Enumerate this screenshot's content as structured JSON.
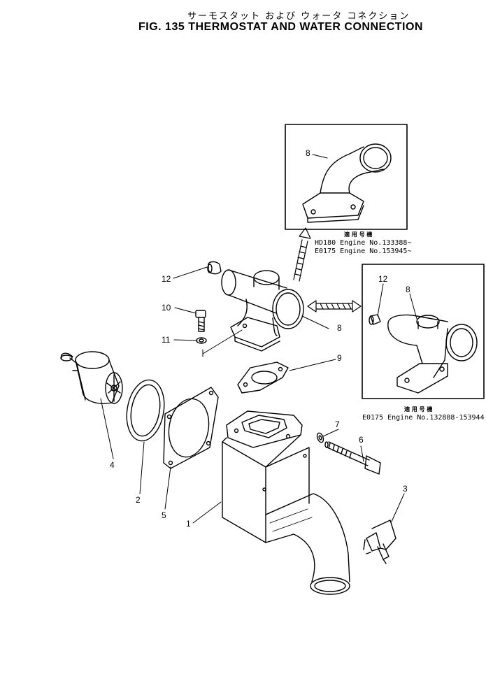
{
  "header": {
    "title_jp": "サーモスタット および ウォータ コネクション",
    "title_en": "FIG. 135  THERMOSTAT AND WATER CONNECTION"
  },
  "notes": {
    "upper": {
      "heading": "適 用 号 機",
      "line1": "HD180 Engine No.133388~",
      "line2": "E0175 Engine No.153945~"
    },
    "lower": {
      "heading": "適 用 号 機",
      "line1": "E0175 Engine No.132888-153944"
    }
  },
  "callouts": {
    "c1": "1",
    "c2": "2",
    "c3": "3",
    "c4": "4",
    "c5": "5",
    "c6": "6",
    "c7": "7",
    "c8a": "8",
    "c8b": "8",
    "c8c": "8",
    "c9": "9",
    "c10": "10",
    "c11": "11",
    "c12a": "12",
    "c12b": "12"
  }
}
